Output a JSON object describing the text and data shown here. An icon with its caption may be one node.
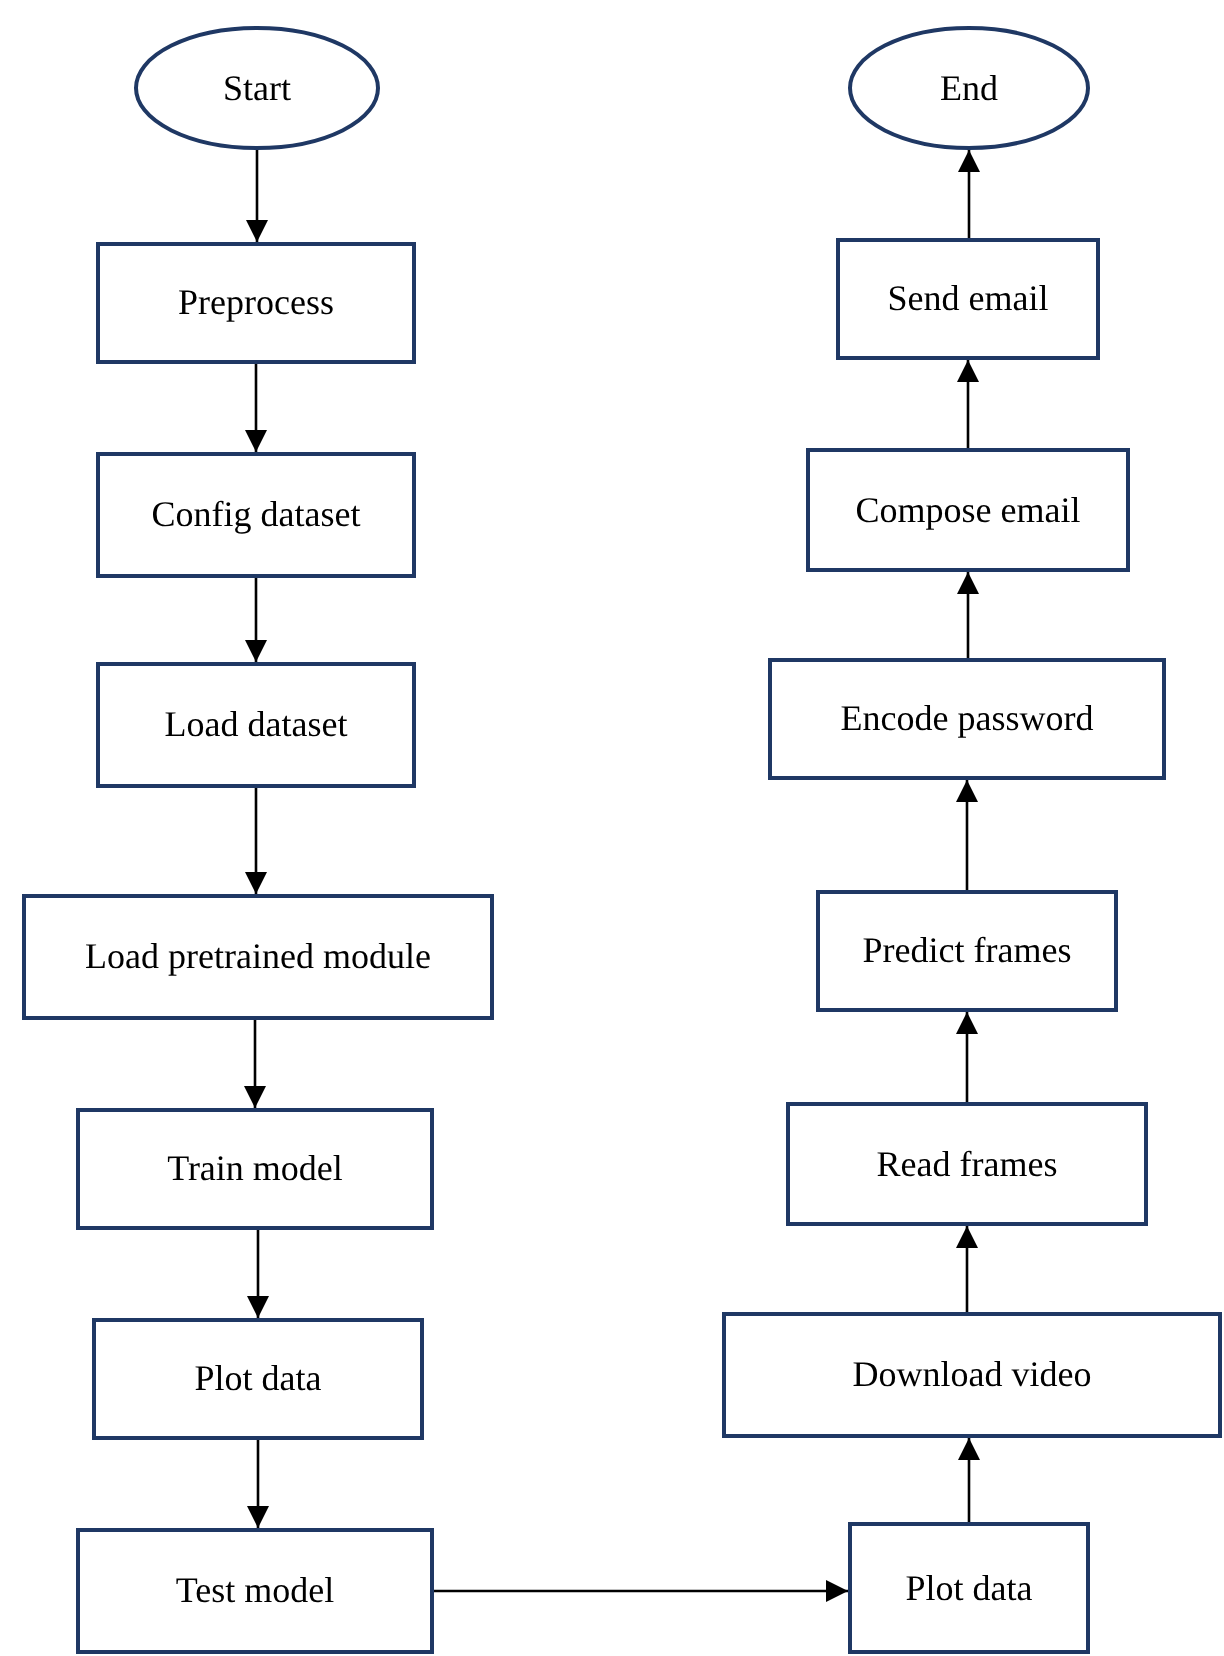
{
  "diagram": {
    "nodes": [
      {
        "text": [
          "Start"
        ]
      },
      {
        "text": [
          "Preprocess"
        ]
      },
      {
        "text": [
          "Config dataset"
        ]
      },
      {
        "text": [
          "Load dataset"
        ]
      },
      {
        "text": [
          "Load pretrained module"
        ]
      },
      {
        "text": [
          "Train model"
        ]
      },
      {
        "text": [
          "Plot data"
        ]
      },
      {
        "text": [
          "Test model"
        ]
      },
      {
        "text": [
          "Plot data"
        ]
      },
      {
        "text": [
          "Download video"
        ]
      },
      {
        "text": [
          "Read frames"
        ]
      },
      {
        "text": [
          "Predict frames"
        ]
      },
      {
        "text": [
          "Encode password"
        ]
      },
      {
        "text": [
          "Compose email"
        ]
      },
      {
        "text": [
          "Send email"
        ]
      },
      {
        "text": [
          "End"
        ]
      }
    ],
    "edges": [
      {
        "from": 0,
        "to": 1,
        "arrow": "to"
      },
      {
        "from": 1,
        "to": 2,
        "arrow": "to"
      },
      {
        "from": 2,
        "to": 3,
        "arrow": "to"
      },
      {
        "from": 3,
        "to": 4,
        "arrow": "to"
      },
      {
        "from": 4,
        "to": 5,
        "arrow": "to"
      },
      {
        "from": 5,
        "to": 6,
        "arrow": "to"
      },
      {
        "from": 6,
        "to": 7,
        "arrow": "to"
      },
      {
        "from": 7,
        "to": 8,
        "arrow": "to"
      },
      {
        "from": 8,
        "to": 9,
        "arrow": "to"
      },
      {
        "from": 9,
        "to": 10,
        "arrow": "to"
      },
      {
        "from": 10,
        "to": 11,
        "arrow": "to"
      },
      {
        "from": 11,
        "to": 12,
        "arrow": "to"
      },
      {
        "from": 12,
        "to": 13,
        "arrow": "to"
      },
      {
        "from": 13,
        "to": 14,
        "arrow": "to"
      },
      {
        "from": 14,
        "to": 15,
        "arrow": "to"
      }
    ]
  }
}
